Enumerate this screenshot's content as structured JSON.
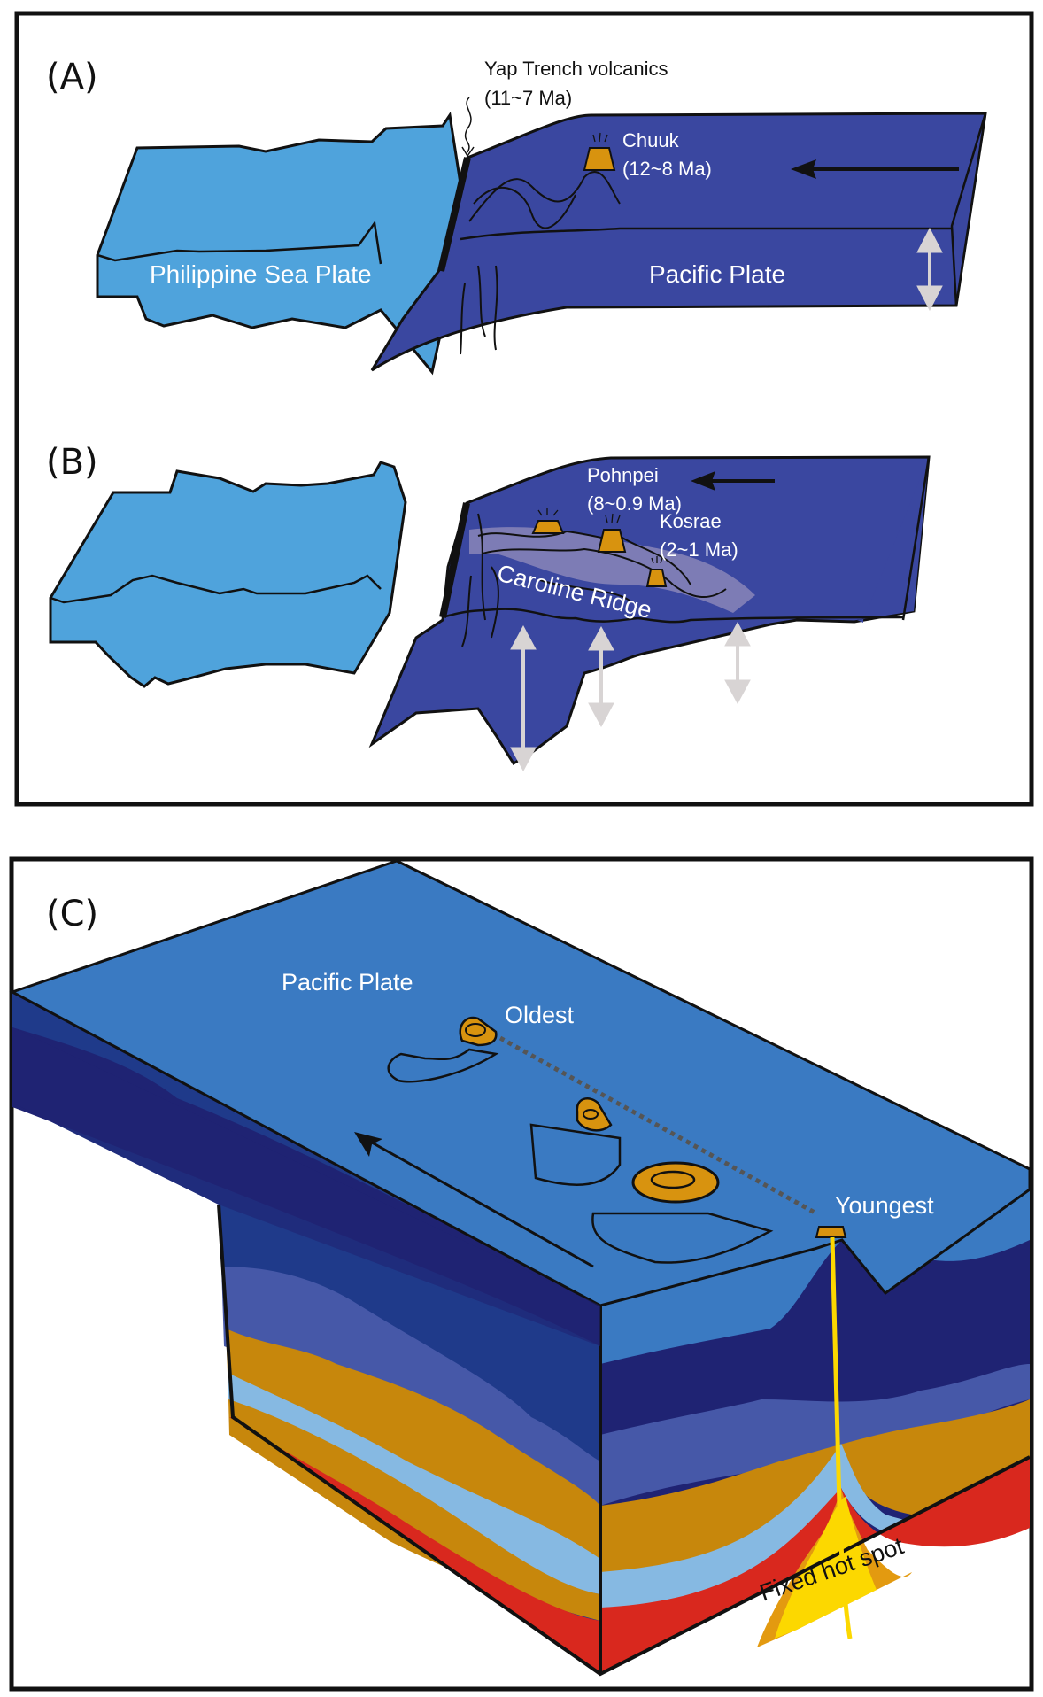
{
  "figure": {
    "panels": [
      {
        "id": "A",
        "letter": "(A)",
        "labels": {
          "philippine_plate": "Philippine Sea Plate",
          "pacific_plate": "Pacific Plate",
          "yap_line1": "Yap Trench volcanics",
          "yap_line2": "(11~7 Ma)",
          "chuuk_line1": "Chuuk",
          "chuuk_line2": "(12~8 Ma)"
        }
      },
      {
        "id": "B",
        "letter": "(B)",
        "labels": {
          "pohnpei_line1": "Pohnpei",
          "pohnpei_line2": "(8~0.9 Ma)",
          "kosrae_line1": "Kosrae",
          "kosrae_line2": "(2~1 Ma)",
          "caroline_ridge": "Caroline Ridge"
        }
      },
      {
        "id": "C",
        "letter": "(C)",
        "labels": {
          "pacific_plate": "Pacific Plate",
          "oldest": "Oldest",
          "youngest": "Youngest",
          "hot_spot": "Fixed hot spot"
        }
      }
    ],
    "colors": {
      "philippine_plate": "#4fa3dc",
      "pacific_plate_ab": "#3a47a0",
      "pacific_plate_c_top": "#3a7ac2",
      "deep_navy": "#1f2373",
      "mid_blue": "#1f3a8a",
      "periwinkle": "#4658a8",
      "ochre": "#c7870c",
      "light_blue": "#86b9e2",
      "red": "#d9281e",
      "orange": "#e39a10",
      "yellow": "#fcd800",
      "volcano": "#d8930f",
      "ridge": "#8a86b8",
      "arrow_grey": "#d8d4d4"
    }
  }
}
